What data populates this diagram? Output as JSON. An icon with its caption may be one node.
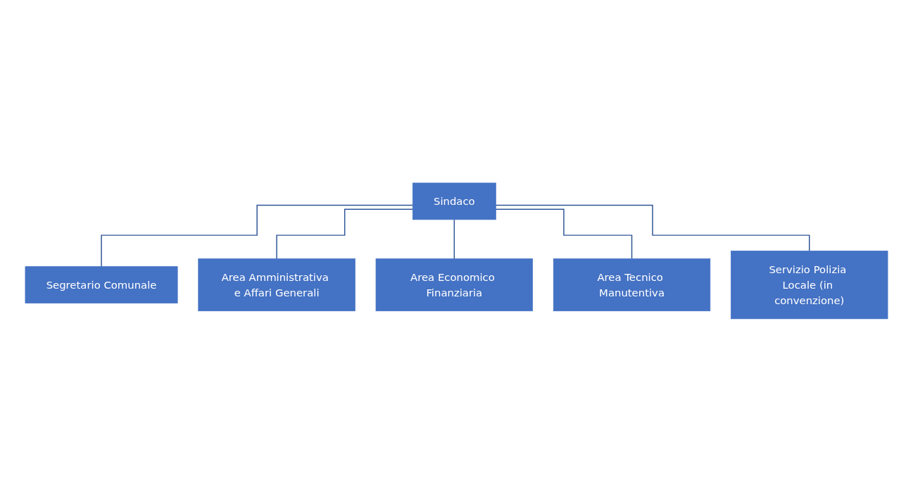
{
  "diagram": {
    "nodes": [
      {
        "text": [
          "Sindaco"
        ]
      },
      {
        "text": [
          "Segretario Comunale"
        ]
      },
      {
        "text": [
          "Area Amministrativa e Affari Generali"
        ]
      },
      {
        "text": [
          "Area Economico Finanziaria"
        ]
      },
      {
        "text": [
          "Area Tecnico Manutentiva"
        ]
      },
      {
        "text": [
          "Servizio Polizia Locale (in convenzione)"
        ]
      }
    ],
    "edges": [
      {
        "from": 0,
        "to": 1,
        "arrow": "none"
      },
      {
        "from": 0,
        "to": 2,
        "arrow": "none"
      },
      {
        "from": 0,
        "to": 3,
        "arrow": "none"
      },
      {
        "from": 0,
        "to": 4,
        "arrow": "none"
      },
      {
        "from": 0,
        "to": 5,
        "arrow": "none"
      }
    ]
  }
}
